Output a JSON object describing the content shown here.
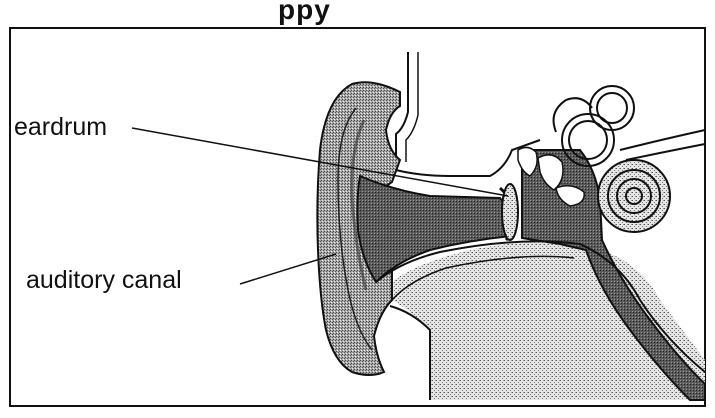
{
  "diagram": {
    "header_fragment": "ppy",
    "labels": {
      "eardrum": "eardrum",
      "auditory_canal": "auditory canal"
    }
  },
  "colors": {
    "ink": "#111111",
    "stipple_light": "#d2d2d2",
    "stipple_dark": "#6e6e6e",
    "canal_fill": "#4a4a4a"
  }
}
